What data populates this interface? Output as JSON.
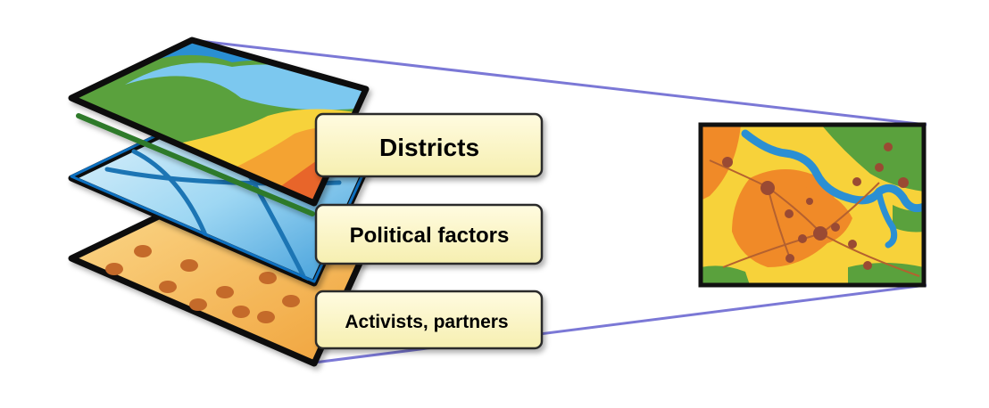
{
  "layers": [
    {
      "label": "Districts",
      "theme": "districts"
    },
    {
      "label": "Political factors",
      "theme": "political"
    },
    {
      "label": "Activists, partners",
      "theme": "activists"
    }
  ],
  "colors": {
    "connector": "#7b78d6",
    "label_fill": "#fbf6c4",
    "outline": "#111111",
    "green": "#5aa13d",
    "blue": "#2b8fd3",
    "light_blue": "#7cc8ef",
    "yellow": "#f7d23a",
    "orange": "#f08a28",
    "dark_orange": "#e2602a",
    "sand": "#f3a93a",
    "dot": "#9a4a33"
  },
  "icons": {
    "detail_map": "map-thumbnail-icon",
    "layer_stack": "map-layers-icon"
  }
}
